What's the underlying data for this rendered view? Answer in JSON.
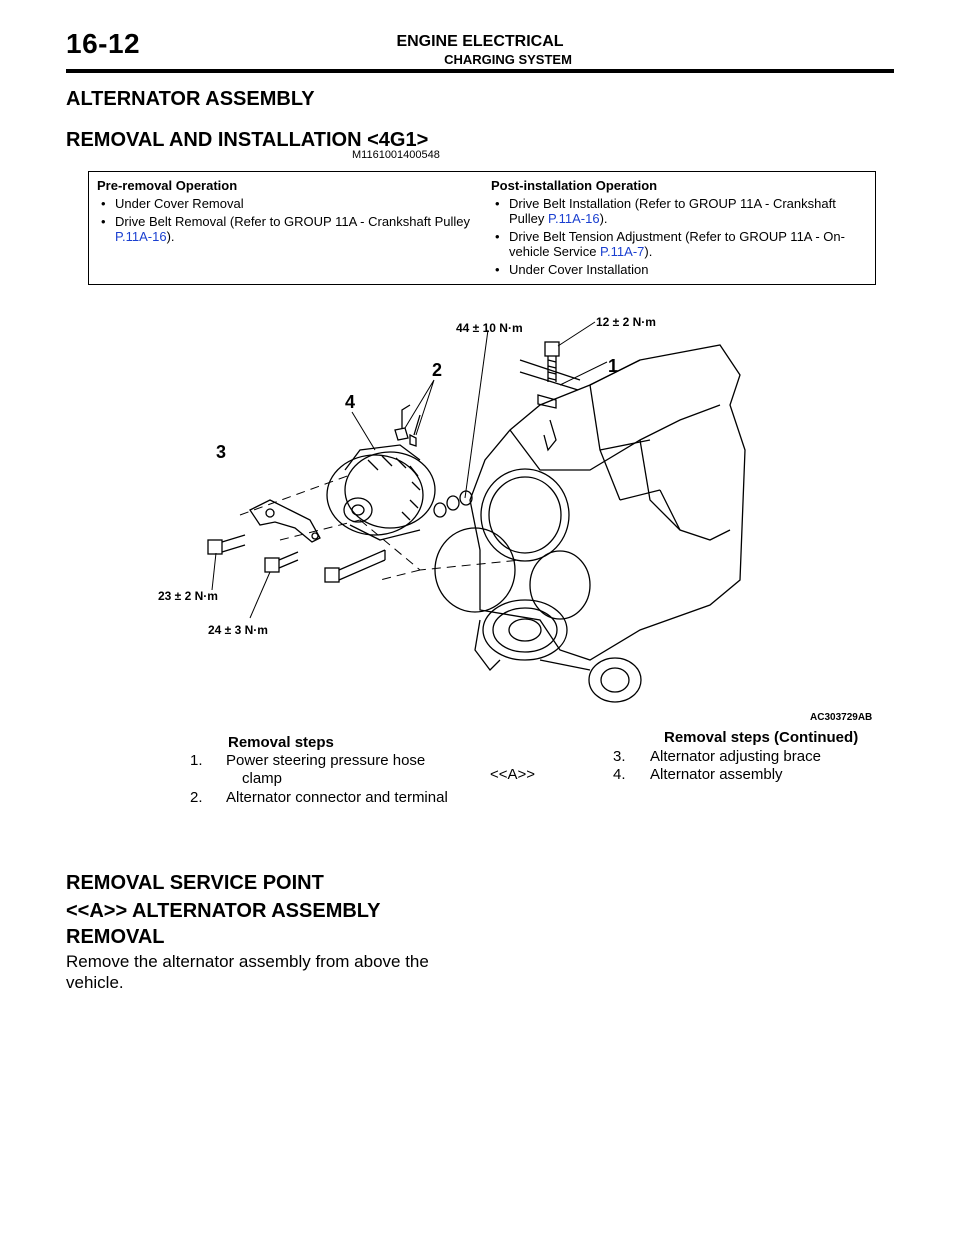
{
  "header": {
    "page_number": "16-12",
    "section": "ENGINE ELECTRICAL",
    "subsection": "CHARGING SYSTEM"
  },
  "title": "ALTERNATOR ASSEMBLY",
  "subtitle": "REMOVAL AND INSTALLATION <4G1>",
  "doc_id": "M1161001400548",
  "pre_removal": {
    "heading": "Pre-removal Operation",
    "items": [
      {
        "text": "Under Cover Removal"
      },
      {
        "text": "Drive Belt Removal (Refer to GROUP 11A - Crankshaft Pulley ",
        "ref": "P.11A-16",
        "tail": ")."
      }
    ]
  },
  "post_installation": {
    "heading": "Post-installation Operation",
    "items": [
      {
        "text": "Drive Belt Installation (Refer to GROUP 11A - Crankshaft Pulley ",
        "ref": "P.11A-16",
        "tail": ")."
      },
      {
        "text": "Drive Belt Tension Adjustment (Refer to GROUP 11A - On-vehicle Service ",
        "ref": "P.11A-7",
        "tail": ")."
      },
      {
        "text": "Under Cover Installation"
      }
    ]
  },
  "figure": {
    "code": "AC303729AB",
    "callouts": [
      "1",
      "2",
      "3",
      "4"
    ],
    "torques": [
      "44 ± 10 N·m",
      "12 ± 2 N·m",
      "23 ± 2 N·m",
      "24 ± 3 N·m"
    ]
  },
  "removal_steps": {
    "heading": "Removal steps",
    "items": [
      {
        "num": "1.",
        "label": "Power steering pressure hose"
      },
      {
        "num": "",
        "label": "clamp"
      },
      {
        "num": "2.",
        "label": "Alternator connector and terminal"
      }
    ]
  },
  "removal_steps_cont": {
    "heading": "Removal steps (Continued)",
    "items": [
      {
        "marker": "",
        "num": "3.",
        "label": "Alternator adjusting brace"
      },
      {
        "marker": "<<A>>",
        "num": "4.",
        "label": "Alternator assembly"
      }
    ]
  },
  "service_point": {
    "heading": "REMOVAL SERVICE POINT",
    "subheading_line1": "<<A>> ALTERNATOR ASSEMBLY",
    "subheading_line2": "REMOVAL",
    "body_line1": "Remove the alternator assembly from above the",
    "body_line2": "vehicle."
  }
}
